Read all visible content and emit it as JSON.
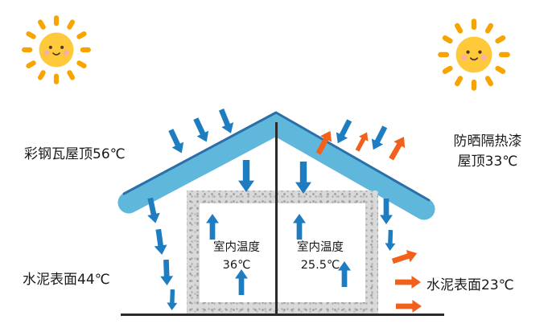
{
  "labels": {
    "left_roof": "彩钢瓦屋顶56℃",
    "right_roof_line1": "防晒隔热漆",
    "right_roof_line2": "屋顶33℃",
    "left_room_line1": "室内温度",
    "left_room_line2": "36℃",
    "right_room_line1": "室内温度",
    "right_room_line2": "25.5℃",
    "left_wall": "水泥表面44℃",
    "right_wall": "水泥表面23℃"
  },
  "colors": {
    "roof_blue": "#5FB7DB",
    "roof_edge": "#2B6FA8",
    "arrow_blue": "#1E7DC0",
    "arrow_orange": "#F2611C",
    "sun_body": "#FFC93C",
    "sun_ray": "#F7A400",
    "sun_cheek": "#F8AFA6",
    "sun_face": "#4A3A28",
    "wall_gray": "#D9D9D9",
    "line_dark": "#2B2B2B",
    "text": "#1A1A1A"
  }
}
